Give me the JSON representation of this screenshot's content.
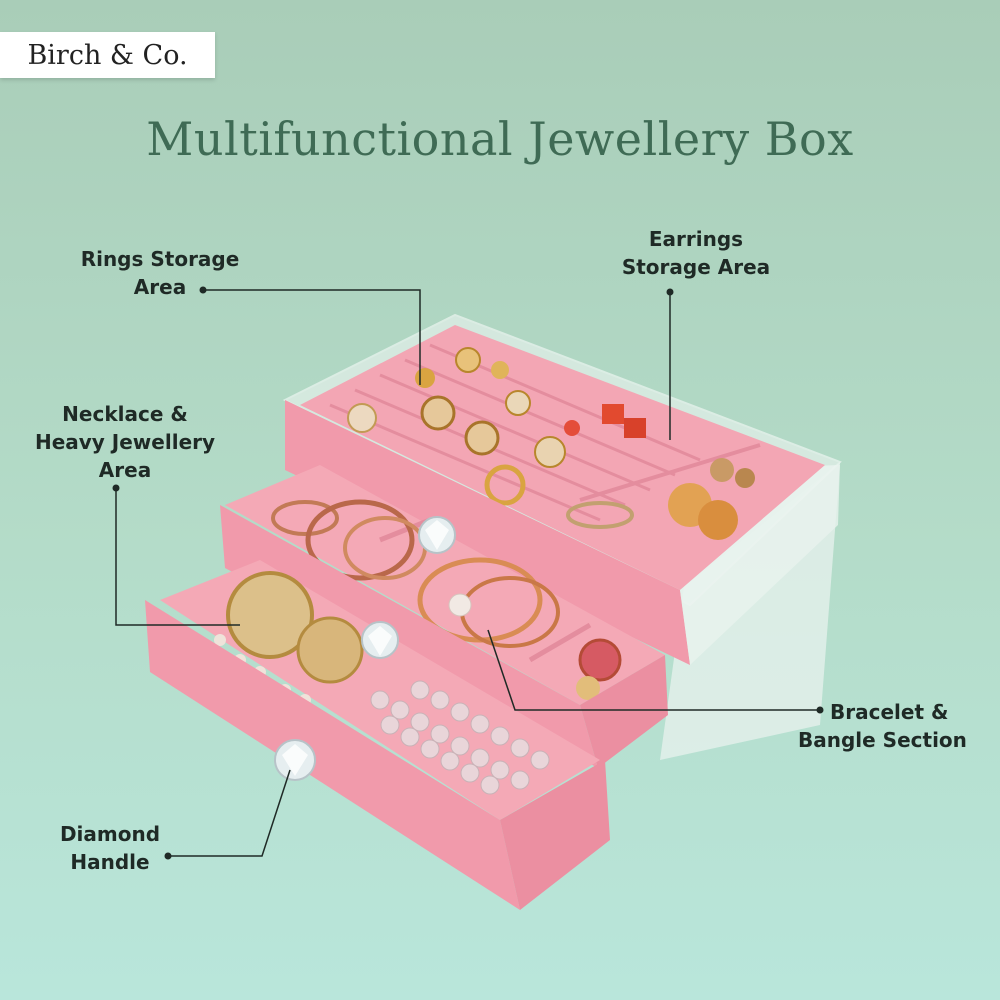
{
  "brand": {
    "name": "Birch & Co."
  },
  "title": "Multifunctional Jewellery Box",
  "labels": {
    "rings_line1": "Rings Storage",
    "rings_line2": "Area",
    "earrings_line1": "Earrings",
    "earrings_line2": "Storage Area",
    "necklace_line1": "Necklace &",
    "necklace_line2": "Heavy Jewellery",
    "necklace_line3": "Area",
    "bracelet_line1": "Bracelet &",
    "bracelet_line2": "Bangle Section",
    "diamond_line1": "Diamond",
    "diamond_line2": "Handle"
  },
  "colors": {
    "title": "#3f6b55",
    "velvet": "#f3a6b4",
    "velvet_dark": "#e48d9e",
    "acrylic": "#e8f2ee",
    "gold": "#d9a441",
    "pearl": "#e3cfd3",
    "leader": "#1f2a26"
  }
}
